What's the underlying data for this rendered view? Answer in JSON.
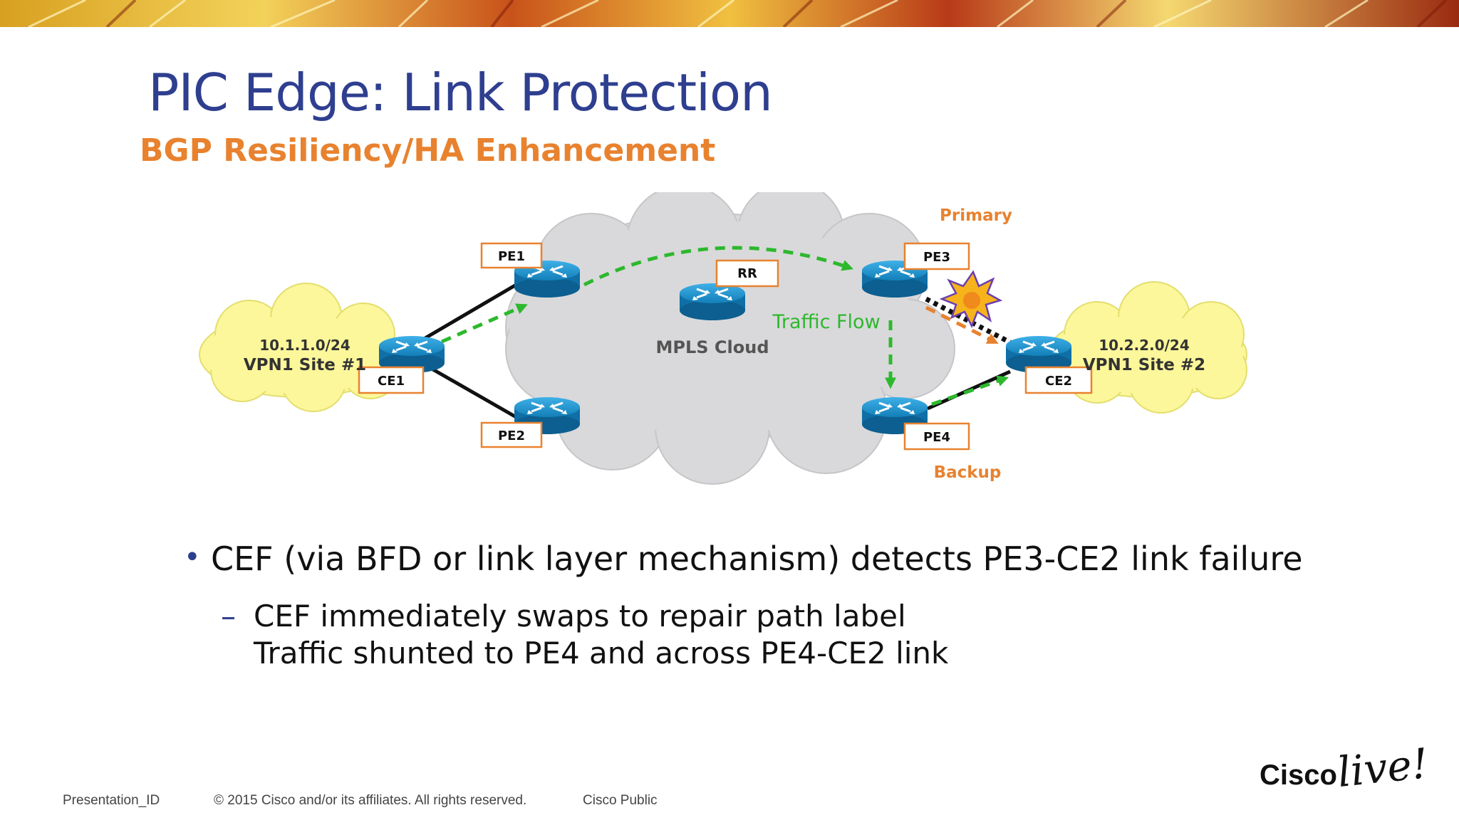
{
  "slide": {
    "title": "PIC Edge: Link Protection",
    "subtitle": "BGP Resiliency/HA Enhancement"
  },
  "diagram": {
    "site1": {
      "prefix": "10.1.1.0/24",
      "name": "VPN1 Site #1"
    },
    "site2": {
      "prefix": "10.2.2.0/24",
      "name": "VPN1 Site #2"
    },
    "cloud_label": "MPLS Cloud",
    "traffic_label": "Traffic Flow",
    "primary_label": "Primary",
    "backup_label": "Backup",
    "routers": {
      "pe1": "PE1",
      "pe2": "PE2",
      "pe3": "PE3",
      "pe4": "PE4",
      "rr": "RR",
      "ce1": "CE1",
      "ce2": "CE2"
    },
    "colors": {
      "orange": "#e8822f",
      "green": "#2db82d",
      "router": "#1a8fc8",
      "cloud": "#d9d9db",
      "site": "#fbf79a"
    }
  },
  "bullets": {
    "main": "CEF (via BFD or link layer mechanism) detects PE3-CE2 link failure",
    "sub_line1": "CEF immediately swaps to repair path label",
    "sub_line2": "Traffic shunted to PE4 and across PE4-CE2 link",
    "bullet_char": "•",
    "dash_char": "–"
  },
  "footer": {
    "presentation_id": "Presentation_ID",
    "copyright": "© 2015 Cisco and/or its affiliates. All rights reserved.",
    "classification": "Cisco Public"
  },
  "logo": {
    "brand": "Cisco",
    "suffix": "live!"
  }
}
